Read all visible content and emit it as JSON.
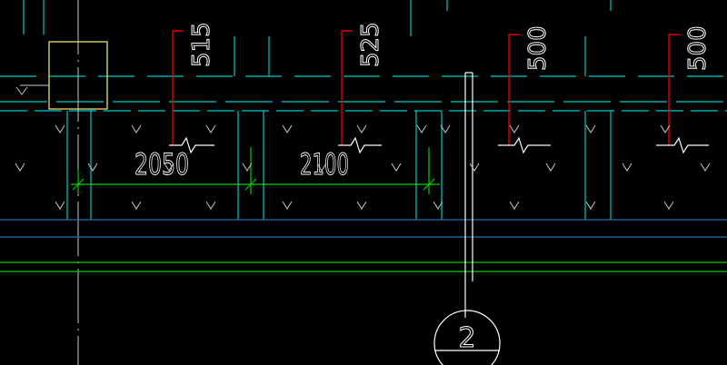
{
  "colors": {
    "background": "#000000",
    "wall_cyan": "#00c8c8",
    "beam_blue": "#1a6fb3",
    "dim_green": "#00d000",
    "rebar_red": "#e00000",
    "text_white": "#ffffff",
    "column_yellow": "#e8e060",
    "arrow_grey": "#c8c8c8"
  },
  "labels": {
    "top_515": "515",
    "top_525": "525",
    "top_500a": "500",
    "top_500b": "500"
  },
  "dimensions": {
    "dim_2050": "2050",
    "dim_2100": "2100"
  },
  "grid_axis": {
    "label": "2"
  }
}
